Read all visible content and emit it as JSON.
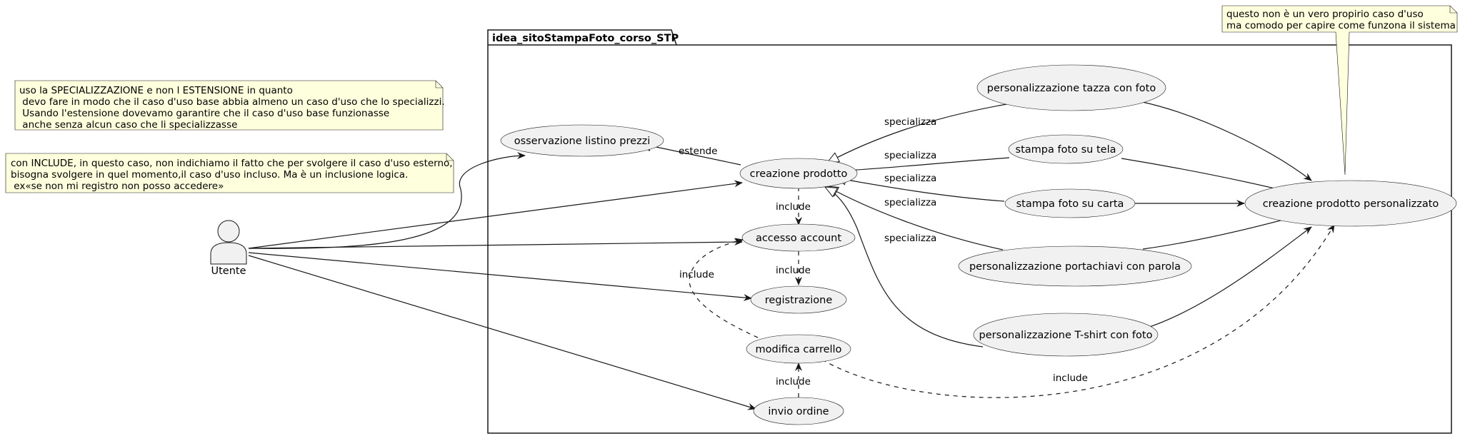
{
  "package": {
    "title": "idea_sitoStampaFoto_corso_STP"
  },
  "actor": {
    "name": "Utente"
  },
  "usecases": {
    "osservazione": "osservazione listino prezzi",
    "creazione": "creazione prodotto",
    "accesso": "accesso account",
    "registrazione": "registrazione",
    "modifica": "modifica carrello",
    "invio": "invio ordine",
    "tazza": "personalizzazione tazza con foto",
    "tela": "stampa foto su tela",
    "carta": "stampa foto su carta",
    "portachiavi": "personalizzazione portachiavi con parola",
    "tshirt": "personalizzazione T-shirt con foto",
    "personalizzato": "creazione prodotto personalizzato"
  },
  "relations": {
    "estende": "estende",
    "specializza_tazza": "specializza",
    "specializza_tela": "specializza",
    "specializza_carta": "specializza",
    "specializza_portachiavi": "specializza",
    "specializza_tshirt": "specializza",
    "include_creazione_accesso": "include",
    "include_accesso_registrazione": "include",
    "include_modifica_accesso": "include",
    "include_invio_modifica": "include",
    "include_modifica_personalizzato": "include"
  },
  "notes": {
    "specializzazione": [
      "uso la SPECIALIZZAZIONE e non l ESTENSIONE in quanto",
      " devo fare in modo che il caso d'uso base abbia almeno un caso d'uso che lo specializzi.",
      " Usando l'estensione dovevamo garantire che il caso d'uso base funzionasse",
      " anche senza alcun caso che li specializzasse"
    ],
    "include": [
      "con INCLUDE, in questo caso, non indichiamo il fatto che per svolgere il caso d'uso esterno,",
      "bisogna svolgere in quel momento,il caso d'uso incluso. Ma è un inclusione logica.",
      " ex«se non mi registro non posso accedere»"
    ],
    "sistema": [
      "questo non è un vero propirio caso d'uso",
      "ma comodo per capire come funzona il sistema"
    ]
  },
  "colors": {
    "usecase_fill": "#F1F1F1",
    "note_fill": "#FEFFDD",
    "line": "#181818"
  }
}
